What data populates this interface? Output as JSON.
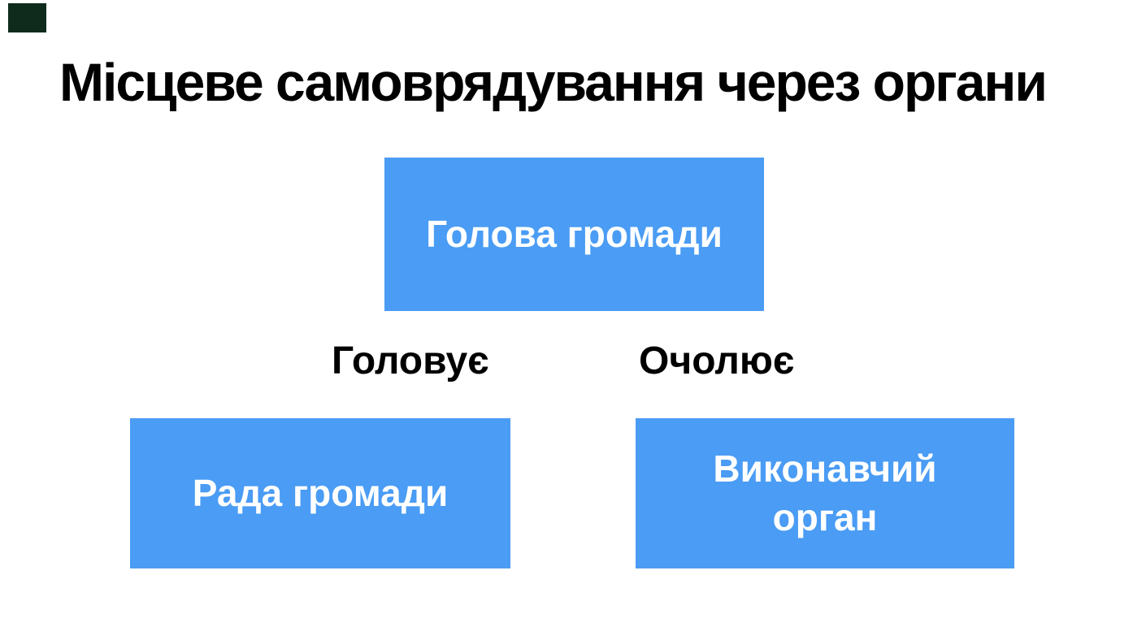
{
  "slide": {
    "title": "Місцеве самоврядування через органи",
    "corner_marker": "dark-green-square",
    "colors": {
      "background": "#ffffff",
      "box_fill": "#4a9cf4",
      "box_text": "#ffffff",
      "title_text": "#000000",
      "corner_marker": "#0f2b1c"
    },
    "boxes": {
      "head": "Голова громади",
      "council": "Рада громади",
      "executive": "Виконавчий орган"
    },
    "relations": {
      "left": "Головує",
      "right": "Очолює"
    }
  }
}
